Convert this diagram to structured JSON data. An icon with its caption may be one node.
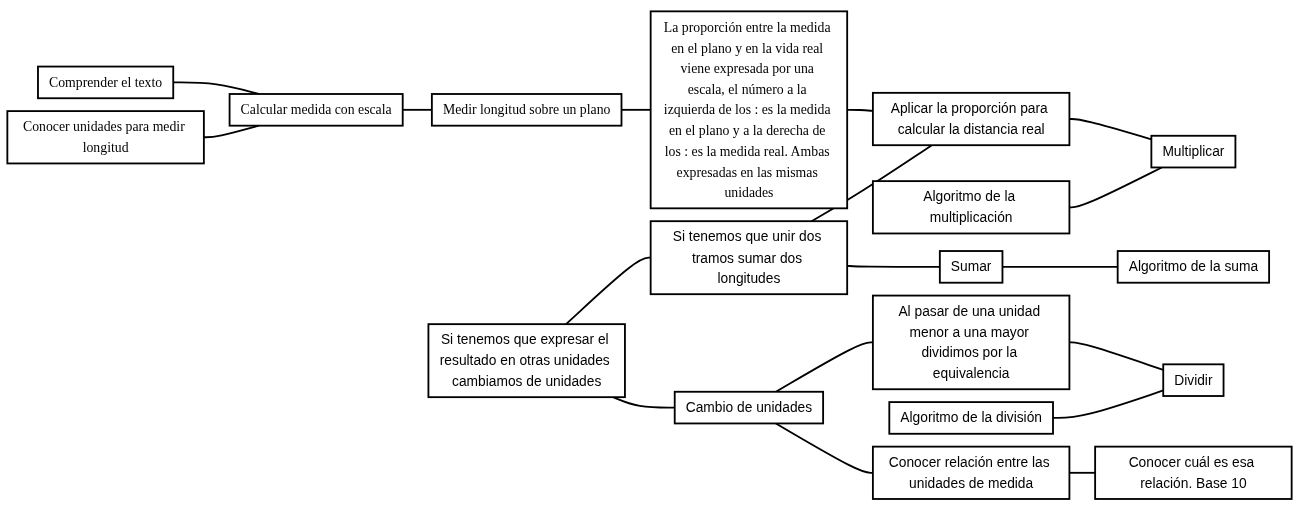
{
  "diagram": {
    "nodes": [
      {
        "text": [
          "Comprender el texto"
        ]
      },
      {
        "text": [
          "Calcular medida con escala"
        ]
      },
      {
        "text": [
          "Conocer unidades para medir longitud"
        ]
      },
      {
        "text": [
          "Medir longitud sobre un plano"
        ]
      },
      {
        "text": [
          "La proporción entre la medida en el plano y en la vida real viene expresada por una escala, el número a la izquierda de los : es la medida en el plano y a la derecha de los : es la medida real. Ambas expresadas en las mismas unidades"
        ]
      },
      {
        "text": [
          "Aplicar la proporción para calcular la distancia real"
        ]
      },
      {
        "text": [
          "Multiplicar"
        ]
      },
      {
        "text": [
          "Algoritmo de la multiplicación"
        ]
      },
      {
        "text": [
          "Si tenemos que unir dos tramos sumar dos longitudes"
        ]
      },
      {
        "text": [
          "Sumar"
        ]
      },
      {
        "text": [
          "Algoritmo de la suma"
        ]
      },
      {
        "text": [
          "Si tenemos que expresar el resultado en otras unidades cambiamos de unidades"
        ]
      },
      {
        "text": [
          "Cambio de unidades"
        ]
      },
      {
        "text": [
          "Al pasar de una unidad menor a una mayor dividimos por la equivalencia"
        ]
      },
      {
        "text": [
          "Dividir"
        ]
      },
      {
        "text": [
          "Algoritmo de la división"
        ]
      },
      {
        "text": [
          "Conocer relación entre las unidades de medida"
        ]
      },
      {
        "text": [
          "Conocer cuál es esa relación. Base 10"
        ]
      }
    ],
    "edges": [
      {
        "from": 0,
        "to": 1,
        "arrow": "none"
      },
      {
        "from": 1,
        "to": 2,
        "arrow": "none"
      },
      {
        "from": 1,
        "to": 3,
        "arrow": "none"
      },
      {
        "from": 3,
        "to": 4,
        "arrow": "none"
      },
      {
        "from": 4,
        "to": 5,
        "arrow": "none"
      },
      {
        "from": 5,
        "to": 6,
        "arrow": "none"
      },
      {
        "from": 6,
        "to": 7,
        "arrow": "none"
      },
      {
        "from": 5,
        "to": 8,
        "arrow": "none"
      },
      {
        "from": 8,
        "to": 9,
        "arrow": "none"
      },
      {
        "from": 9,
        "to": 10,
        "arrow": "none"
      },
      {
        "from": 8,
        "to": 11,
        "arrow": "none"
      },
      {
        "from": 11,
        "to": 12,
        "arrow": "none"
      },
      {
        "from": 12,
        "to": 13,
        "arrow": "none"
      },
      {
        "from": 13,
        "to": 14,
        "arrow": "none"
      },
      {
        "from": 14,
        "to": 15,
        "arrow": "none"
      },
      {
        "from": 12,
        "to": 16,
        "arrow": "none"
      },
      {
        "from": 16,
        "to": 17,
        "arrow": "none"
      }
    ]
  }
}
